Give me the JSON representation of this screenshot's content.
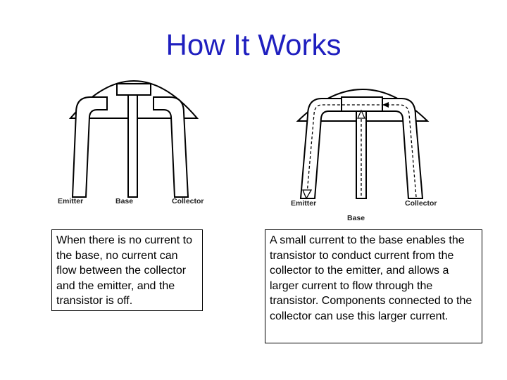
{
  "title": "How It Works",
  "left_diagram": {
    "emitter_label": "Emitter",
    "base_label": "Base",
    "collector_label": "Collector"
  },
  "right_diagram": {
    "emitter_label": "Emitter",
    "base_label": "Base",
    "collector_label": "Collector"
  },
  "left_caption": "When there is no current to the base, no current can flow between the collector and the emitter, and the transistor is off.",
  "right_caption": "A small current to the base enables the transistor to conduct current from the collector to the emitter, and allows a larger current to flow through the transistor. Components connected to the collector can use this larger current."
}
